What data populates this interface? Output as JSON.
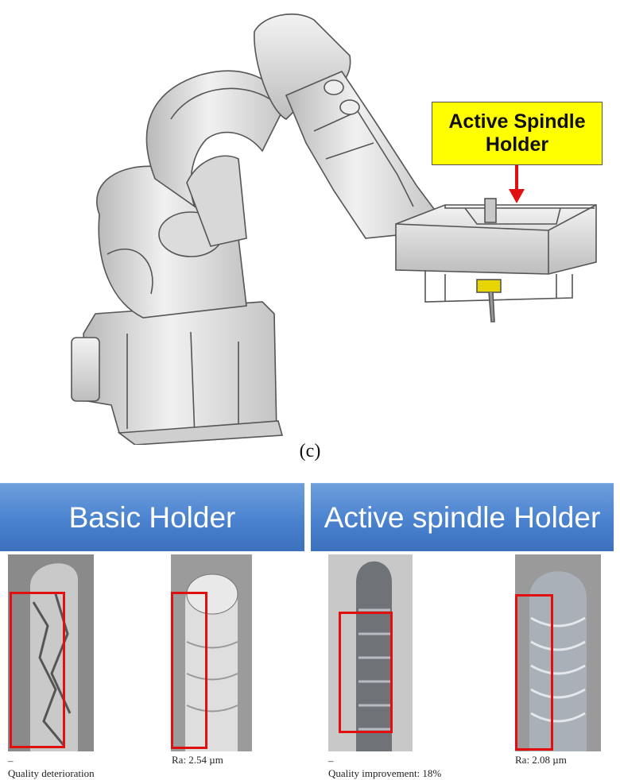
{
  "figure": {
    "callout": {
      "line1": "Active Spindle",
      "line2": "Holder"
    },
    "label": "(c)"
  },
  "panels": [
    {
      "title": "Basic Holder",
      "samples": [
        {
          "top_caption": "–",
          "bottom_caption": "Quality deterioration"
        },
        {
          "top_caption": "Ra: 2.54 µm",
          "bottom_caption": ""
        }
      ]
    },
    {
      "title": "Active spindle Holder",
      "samples": [
        {
          "top_caption": "–",
          "bottom_caption": "Quality improvement: 18%"
        },
        {
          "top_caption": "Ra: 2.08 µm",
          "bottom_caption": ""
        }
      ]
    }
  ],
  "colors": {
    "callout": "#ffff00",
    "arrow": "#e01010",
    "banner": "#4a82cf",
    "highlight": "#e01010"
  }
}
